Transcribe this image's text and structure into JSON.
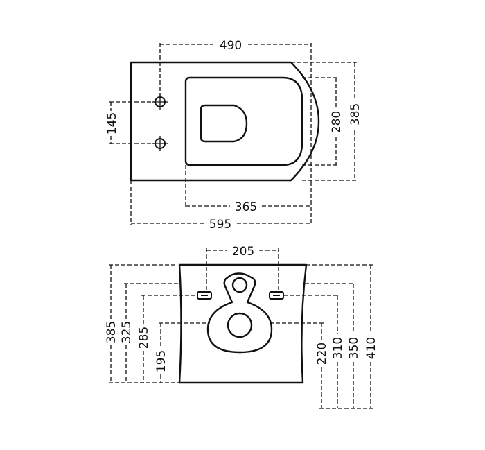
{
  "plan_view": {
    "width_490": "490",
    "depth_385": "385",
    "depth_280": "280",
    "fixing_spacing_145": "145",
    "seat_length_365": "365",
    "overall_length_595": "595"
  },
  "front_view": {
    "fixing_spacing_205": "205",
    "height_385": "385",
    "height_325": "325",
    "height_285": "285",
    "height_195": "195",
    "height_220": "220",
    "height_310": "310",
    "height_350": "350",
    "height_410": "410"
  }
}
